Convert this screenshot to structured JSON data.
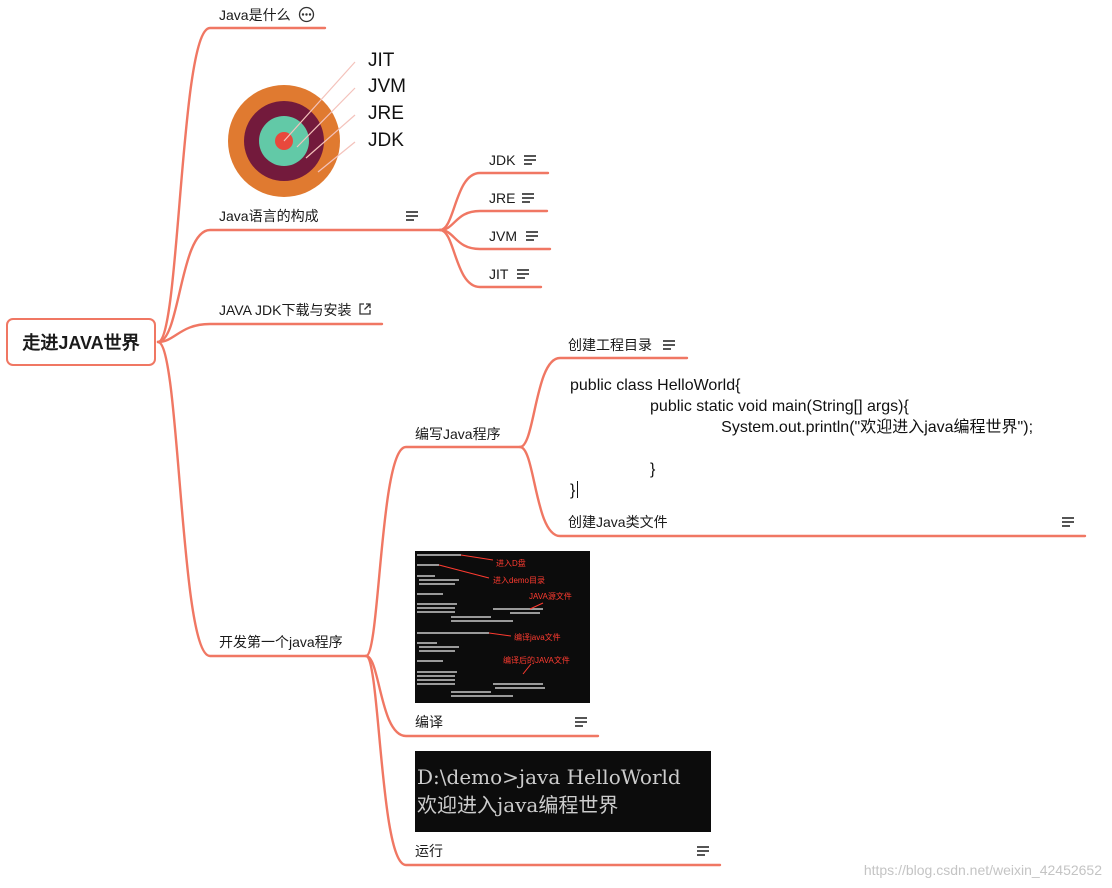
{
  "root": {
    "label": "走进JAVA世界"
  },
  "branches": {
    "what_is_java": "Java是什么",
    "composition": "Java语言的构成",
    "jdk_download": "JAVA JDK下载与安装",
    "first_program": "开发第一个java程序"
  },
  "composition_items": [
    "JDK",
    "JRE",
    "JVM",
    "JIT"
  ],
  "onion_labels": [
    "JIT",
    "JVM",
    "JRE",
    "JDK"
  ],
  "onion_colors": {
    "outer": "#e07a30",
    "second": "#731a3c",
    "third": "#62c9a7",
    "core": "#e8483c"
  },
  "first_program_steps": {
    "write": "编写Java程序",
    "create_dir": "创建工程目录",
    "create_file": "创建Java类文件",
    "compile": "编译",
    "run": "运行"
  },
  "code_lines": [
    "public class HelloWorld{",
    "                  public static void main(String[] args){",
    "                                  System.out.println(\"欢迎进入java编程世界\");",
    "",
    "                  }",
    "}"
  ],
  "compile_annotations": [
    "进入D盘",
    "进入demo目录",
    "JAVA源文件",
    "编译java文件",
    "编译后的JAVA文件"
  ],
  "run_output": [
    "D:\\demo>java HelloWorld",
    "欢迎进入java编程世界"
  ],
  "watermark": "https://blog.csdn.net/weixin_42452652",
  "colors": {
    "branch": "#f07763",
    "root_border": "#f07763"
  }
}
